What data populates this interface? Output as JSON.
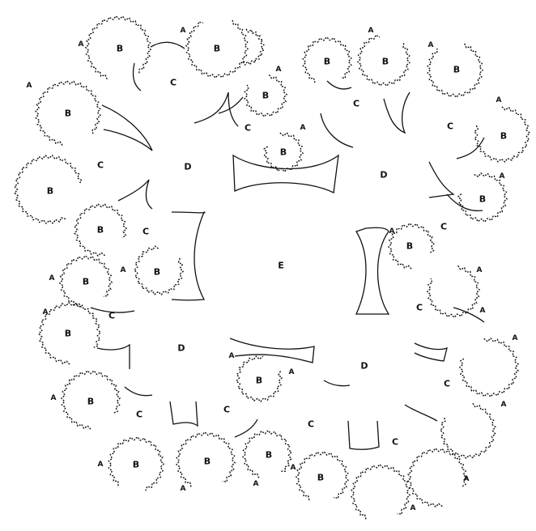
{
  "diagram": {
    "labels": {
      "E": "E",
      "D": "D",
      "C": "C",
      "B": "B",
      "A": "A"
    },
    "colors": {
      "ink": "#111111",
      "background": "#ffffff"
    }
  }
}
